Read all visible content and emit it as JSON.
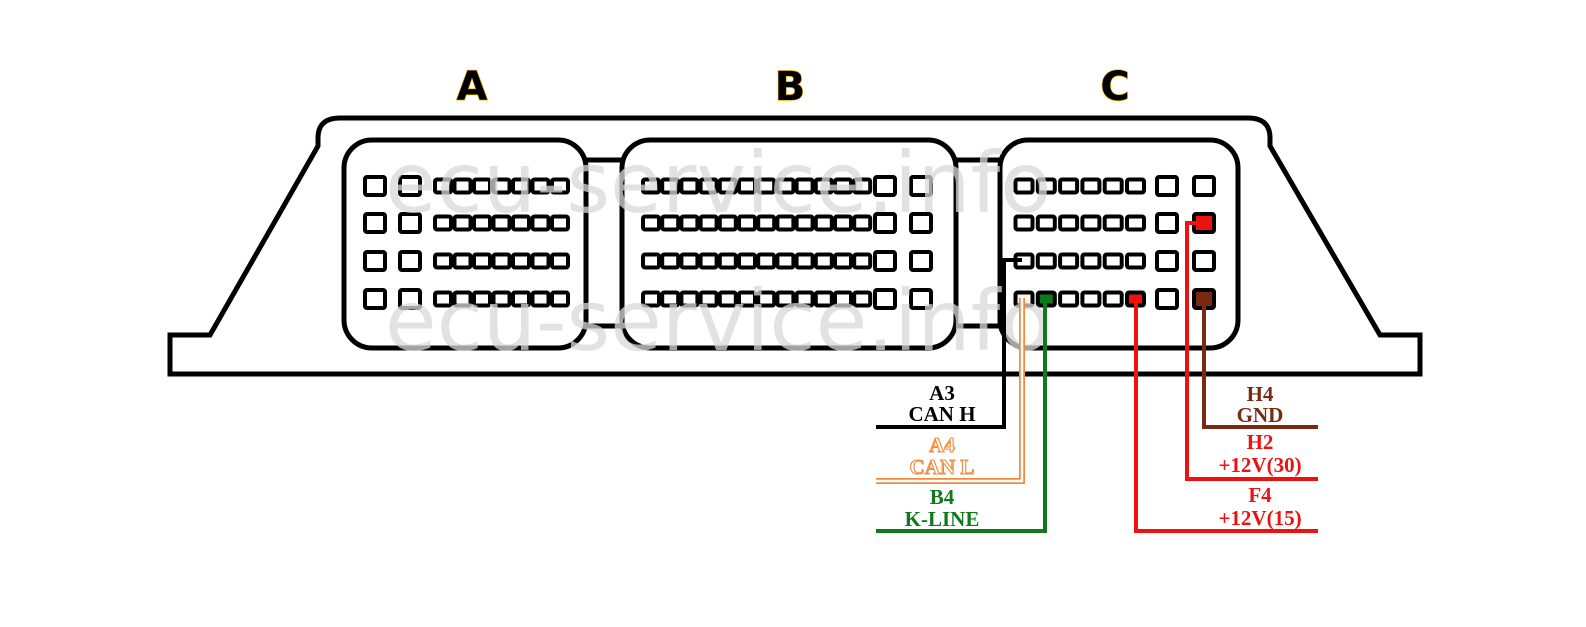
{
  "title": "ECU connector pinout",
  "connectors": [
    {
      "id": "A",
      "label": "A",
      "rows": 4,
      "big_pins": 2,
      "small_pins": 7
    },
    {
      "id": "B",
      "label": "B",
      "rows": 4,
      "small_pins": 12,
      "big_pins": 2
    },
    {
      "id": "C",
      "label": "C",
      "rows": 4,
      "small_pins": 6,
      "big_pins": 2
    }
  ],
  "watermark": "ecu-service.info",
  "colors": {
    "outline": "#000000",
    "connector_letter_glow": "#f2b600",
    "can_h": "#000000",
    "can_l": "#f08a3c",
    "k_line": "#0e7a1b",
    "plus12v_15": "#ee1111",
    "plus12v_30": "#ee1111",
    "gnd": "#7a2a12"
  },
  "wires": [
    {
      "id": "can-h",
      "pin": "A3",
      "signal": "CAN H",
      "color": "#000000",
      "outline": false
    },
    {
      "id": "can-l",
      "pin": "A4",
      "signal": "CAN L",
      "color": "#f08a3c",
      "outline": true
    },
    {
      "id": "k-line",
      "pin": "B4",
      "signal": "K-LINE",
      "color": "#0e7a1b",
      "outline": false
    },
    {
      "id": "gnd",
      "pin": "H4",
      "signal": "GND",
      "color": "#7a2a12",
      "outline": false
    },
    {
      "id": "plus12v-30",
      "pin": "H2",
      "signal": "+12V(30)",
      "color": "#ee1111",
      "outline": false
    },
    {
      "id": "plus12v-15",
      "pin": "F4",
      "signal": "+12V(15)",
      "color": "#ee1111",
      "outline": false
    }
  ]
}
